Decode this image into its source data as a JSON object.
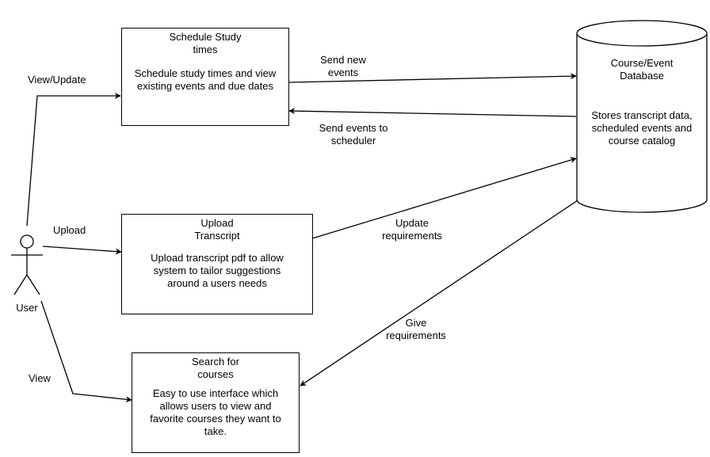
{
  "processes": {
    "schedule": {
      "title": "Schedule Study\ntimes",
      "description": "Schedule study times and view\nexisting events and due dates"
    },
    "upload": {
      "title": "Upload\nTranscript",
      "description": "Upload transcript pdf to allow\nsystem to tailor suggestions\naround a users needs"
    },
    "search": {
      "title": "Search for\ncourses",
      "description": "Easy to use interface which\nallows users to view and\nfavorite courses they want to\ntake."
    }
  },
  "database": {
    "title": "Course/Event\nDatabase",
    "description": "Stores transcript data,\nscheduled events and\ncourse catalog"
  },
  "actor": {
    "label": "User"
  },
  "flows": {
    "view_update": "View/Update",
    "upload": "Upload",
    "view": "View",
    "send_new_events": "Send new\nevents",
    "send_events_to_scheduler": "Send events to\nscheduler",
    "update_requirements": "Update\nrequirements",
    "give_requirements": "Give\nrequirements"
  },
  "colors": {
    "stroke": "#000000",
    "fill": "#ffffff"
  }
}
